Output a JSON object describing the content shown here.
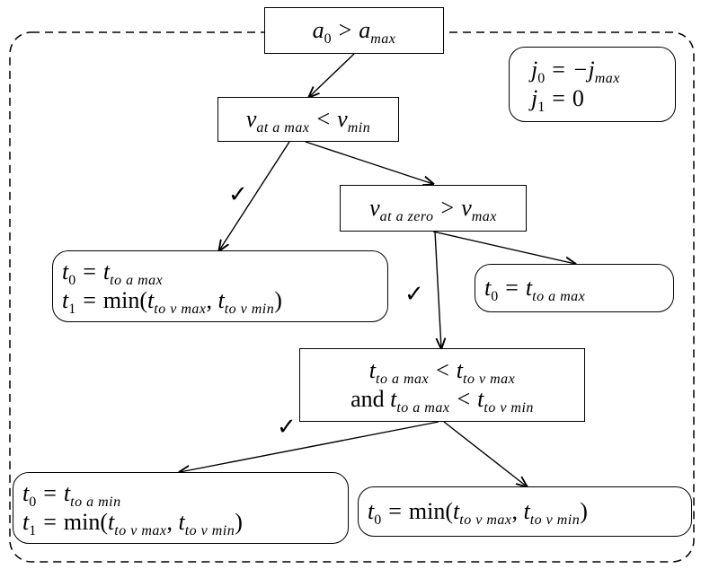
{
  "nodes": {
    "root": {
      "base": "a",
      "sub": "0",
      "op": ">",
      "rbase": "a",
      "rsub": "max"
    },
    "jerk": {
      "line1": {
        "base": "j",
        "sub": "0",
        "op": "=",
        "rbase": "−j",
        "rsub": "max"
      },
      "line2": {
        "base": "j",
        "sub": "1",
        "op": "=",
        "rbase": "0"
      }
    },
    "cond1": {
      "base": "v",
      "sub": "at a max",
      "op": "<",
      "rbase": "v",
      "rsub": "min"
    },
    "cond2": {
      "base": "v",
      "sub": "at a zero",
      "op": ">",
      "rbase": "v",
      "rsub": "max"
    },
    "result1": {
      "line1": {
        "base": "t",
        "sub": "0",
        "op": "=",
        "rbase": "t",
        "rsub": "to a max"
      },
      "line2": {
        "base": "t",
        "sub": "1",
        "op": "=",
        "fn": "min",
        "arg1": "t",
        "arg1sub": "to v max",
        "arg2": "t",
        "arg2sub": "to v min"
      }
    },
    "result2": {
      "base": "t",
      "sub": "0",
      "op": "=",
      "rbase": "t",
      "rsub": "to a max"
    },
    "cond3": {
      "line1": {
        "base": "t",
        "sub": "to a max",
        "op": "<",
        "rbase": "t",
        "rsub": "to v max"
      },
      "line2": {
        "word": "and",
        "base": "t",
        "sub": "to a max",
        "op": "<",
        "rbase": "t",
        "rsub": "to v min"
      }
    },
    "result3": {
      "line1": {
        "base": "t",
        "sub": "0",
        "op": "=",
        "rbase": "t",
        "rsub": "to a min"
      },
      "line2": {
        "base": "t",
        "sub": "1",
        "op": "=",
        "fn": "min",
        "arg1": "t",
        "arg1sub": "to v max",
        "arg2": "t",
        "arg2sub": "to v min"
      }
    },
    "result4": {
      "base": "t",
      "sub": "0",
      "op": "=",
      "fn": "min",
      "arg1": "t",
      "arg1sub": "to v max",
      "arg2": "t",
      "arg2sub": "to v min"
    }
  },
  "check_mark": "✓"
}
